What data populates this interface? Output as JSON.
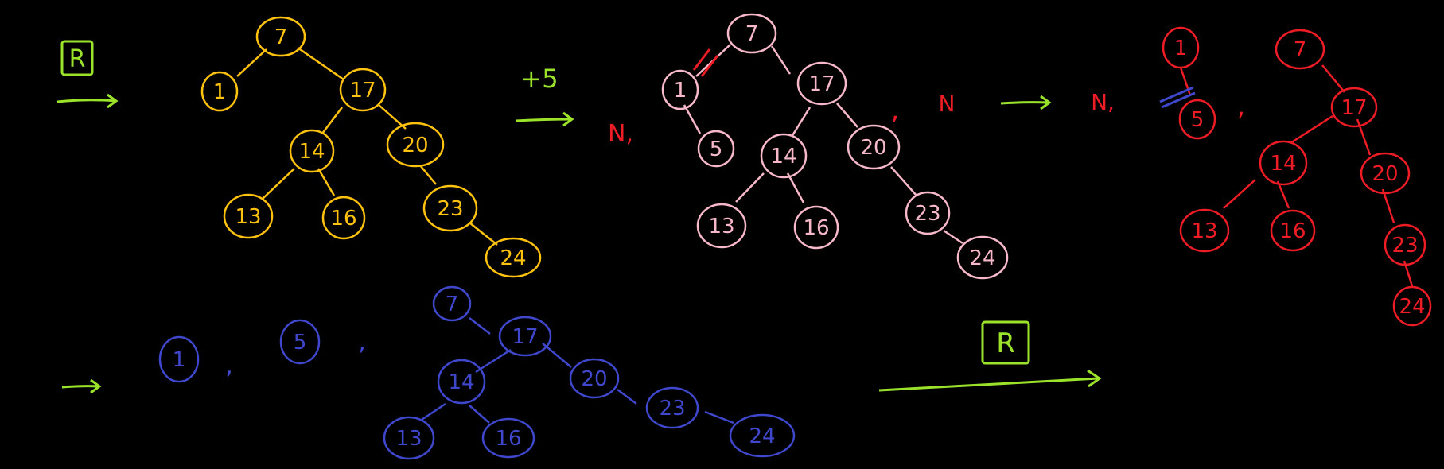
{
  "colors": {
    "background": "#000000",
    "green": "#9be22b",
    "yellow": "#ffc20e",
    "pink": "#f7b8c9",
    "red": "#ee1c25",
    "blue": "#3f48cc"
  },
  "marks": {
    "r_label": "R",
    "plus_five": "+5",
    "n_label": "N",
    "comma": ",",
    "n_comma": "N,"
  },
  "tree_yellow": {
    "nodes": [
      "7",
      "1",
      "17",
      "14",
      "20",
      "13",
      "16",
      "23",
      "24"
    ]
  },
  "tree_pink": {
    "nodes": [
      "7",
      "1",
      "5",
      "17",
      "14",
      "20",
      "13",
      "16",
      "23",
      "24"
    ]
  },
  "red_pair": {
    "nodes": [
      "1",
      "5"
    ]
  },
  "tree_red": {
    "nodes": [
      "7",
      "17",
      "14",
      "20",
      "13",
      "16",
      "23",
      "24"
    ]
  },
  "blue_singles": {
    "nodes": [
      "1",
      "5"
    ]
  },
  "tree_blue": {
    "nodes": [
      "7",
      "17",
      "14",
      "20",
      "13",
      "16",
      "23",
      "24"
    ]
  }
}
